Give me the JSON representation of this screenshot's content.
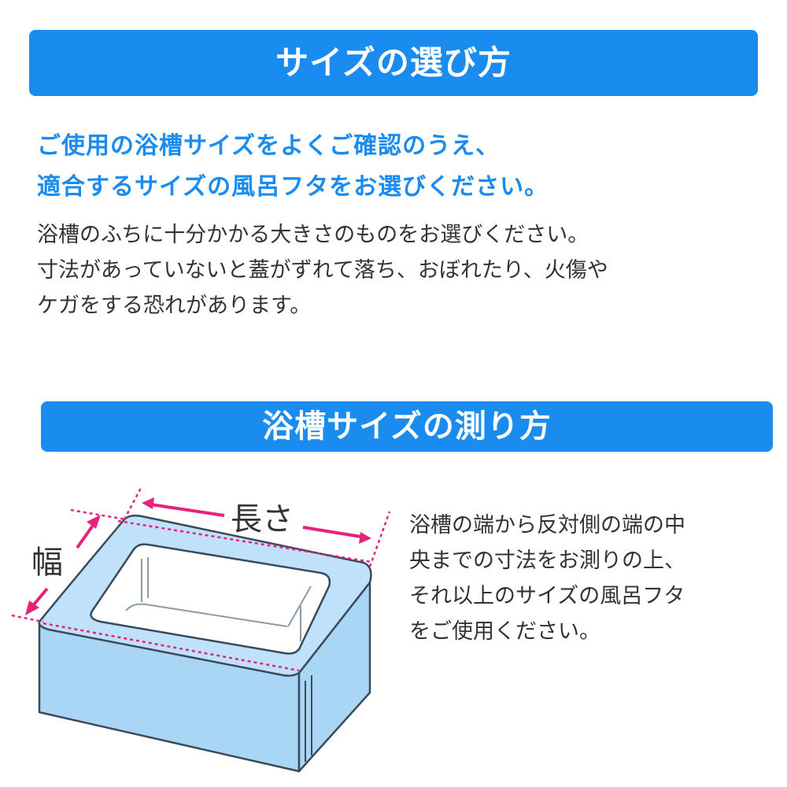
{
  "section1": {
    "title": "サイズの選び方",
    "lead_lines": [
      "ご使用の浴槽サイズをよくご確認のうえ、",
      "適合するサイズの風呂フタをお選びください。"
    ],
    "body_lines": [
      "浴槽のふちに十分かかる大きさのものをお選びください。",
      "寸法があっていないと蓋がずれて落ち、おぼれたり、火傷や",
      "ケガをする恐れがあります。"
    ]
  },
  "section2": {
    "title": "浴槽サイズの測り方",
    "diagram": {
      "length_label": "長さ",
      "width_label": "幅"
    },
    "instruction_lines": [
      "浴槽の端から反対側の端の中",
      "央までの寸法をお測りの上、",
      "それ以上のサイズの風呂フタ",
      "をご使用ください。"
    ]
  },
  "colors": {
    "accent": "#1a8cf0",
    "tub_fill": "#a9d6f5",
    "dim_line": "#e4247a",
    "text": "#333333"
  }
}
